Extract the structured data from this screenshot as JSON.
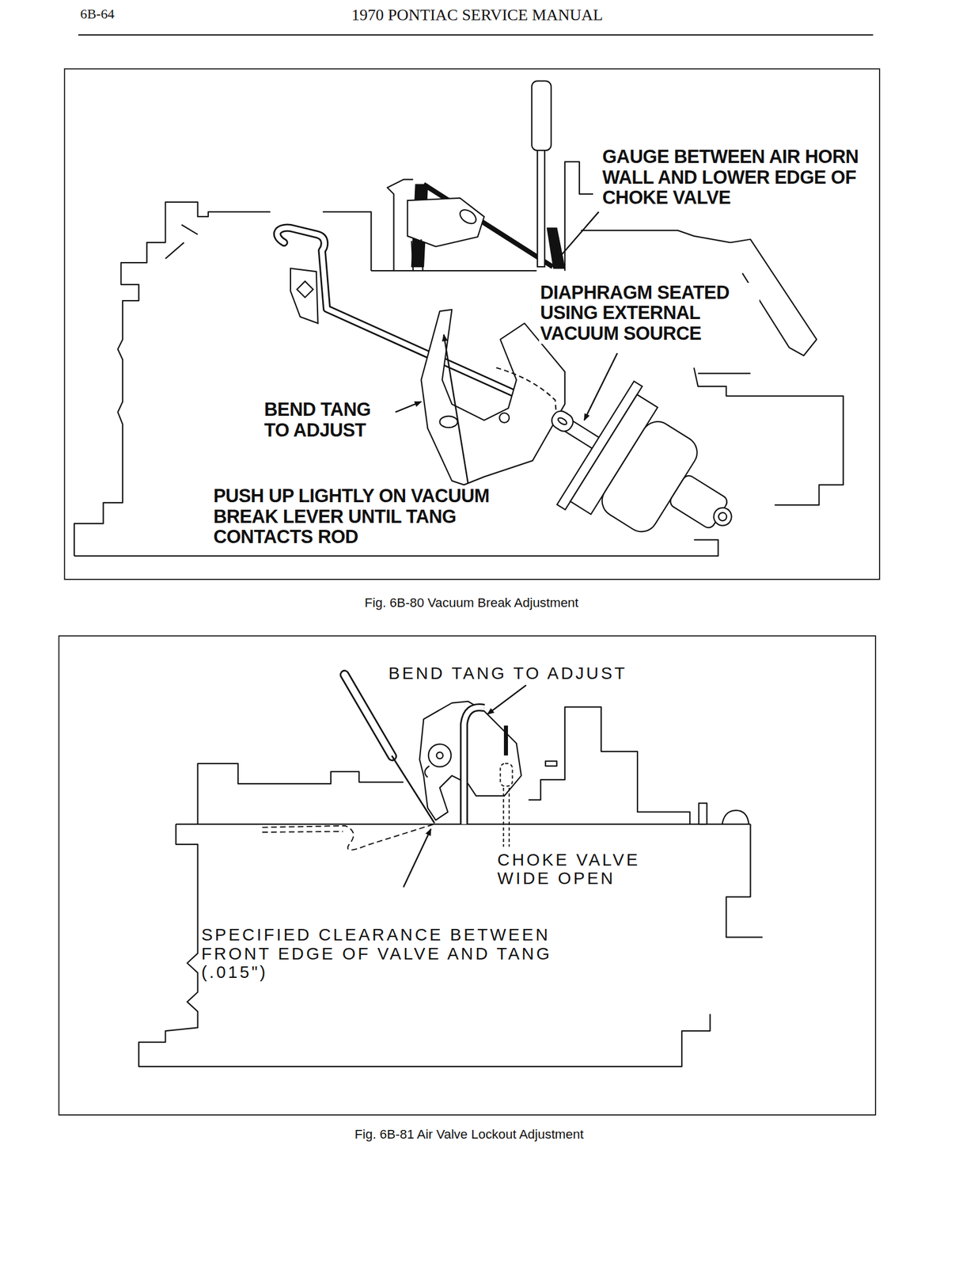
{
  "diagram": {
    "title": "1970 PONTIAC SERVICE MANUAL",
    "labels": [
      "6B-64",
      "GAUGE BETWEEN AIR HORN WALL AND LOWER EDGE OF CHOKE VALVE",
      "DIAPHRAGM SEATED USING EXTERNAL VACUUM SOURCE",
      "BEND TANG TO ADJUST",
      "PUSH UP LIGHTLY ON VACUUM BREAK LEVER UNTIL TANG CONTACTS ROD",
      "Fig. 6B-80 Vacuum Break Adjustment",
      "BEND TANG TO ADJUST",
      "CHOKE VALVE WIDE OPEN",
      "SPECIFIED CLEARANCE BETWEEN FRONT EDGE OF VALVE AND TANG (.015\")",
      "Fig. 6B-81 Air Valve Lockout Adjustment"
    ]
  }
}
